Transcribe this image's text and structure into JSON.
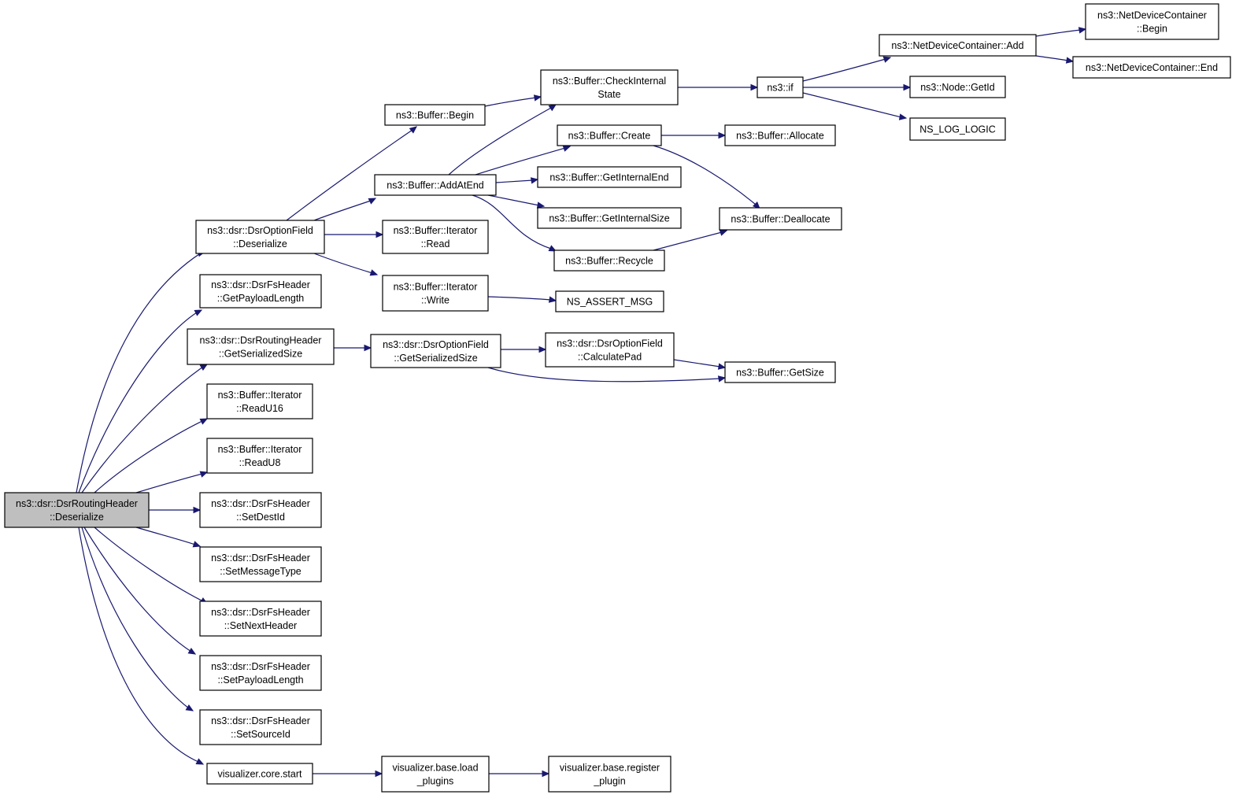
{
  "graph": {
    "nodes": [
      {
        "id": "root",
        "lines": [
          "ns3::dsr::DsrRoutingHeader",
          "::Deserialize"
        ],
        "root": true
      },
      {
        "id": "optfield_deser",
        "lines": [
          "ns3::dsr::DsrOptionField",
          "::Deserialize"
        ]
      },
      {
        "id": "fs_getpayload",
        "lines": [
          "ns3::dsr::DsrFsHeader",
          "::GetPayloadLength"
        ]
      },
      {
        "id": "rh_getsersize",
        "lines": [
          "ns3::dsr::DsrRoutingHeader",
          "::GetSerializedSize"
        ]
      },
      {
        "id": "it_readu16",
        "lines": [
          "ns3::Buffer::Iterator",
          "::ReadU16"
        ]
      },
      {
        "id": "it_readu8",
        "lines": [
          "ns3::Buffer::Iterator",
          "::ReadU8"
        ]
      },
      {
        "id": "fs_setdest",
        "lines": [
          "ns3::dsr::DsrFsHeader",
          "::SetDestId"
        ]
      },
      {
        "id": "fs_setmsgtype",
        "lines": [
          "ns3::dsr::DsrFsHeader",
          "::SetMessageType"
        ]
      },
      {
        "id": "fs_setnext",
        "lines": [
          "ns3::dsr::DsrFsHeader",
          "::SetNextHeader"
        ]
      },
      {
        "id": "fs_setpayload",
        "lines": [
          "ns3::dsr::DsrFsHeader",
          "::SetPayloadLength"
        ]
      },
      {
        "id": "fs_setsource",
        "lines": [
          "ns3::dsr::DsrFsHeader",
          "::SetSourceId"
        ]
      },
      {
        "id": "viz_start",
        "lines": [
          "visualizer.core.start"
        ]
      },
      {
        "id": "buf_begin",
        "lines": [
          "ns3::Buffer::Begin"
        ]
      },
      {
        "id": "buf_addatend",
        "lines": [
          "ns3::Buffer::AddAtEnd"
        ]
      },
      {
        "id": "it_read",
        "lines": [
          "ns3::Buffer::Iterator",
          "::Read"
        ]
      },
      {
        "id": "it_write",
        "lines": [
          "ns3::Buffer::Iterator",
          "::Write"
        ]
      },
      {
        "id": "of_getsersize",
        "lines": [
          "ns3::dsr::DsrOptionField",
          "::GetSerializedSize"
        ]
      },
      {
        "id": "viz_load",
        "lines": [
          "visualizer.base.load",
          "_plugins"
        ]
      },
      {
        "id": "buf_check",
        "lines": [
          "ns3::Buffer::CheckInternal",
          "State"
        ]
      },
      {
        "id": "buf_create",
        "lines": [
          "ns3::Buffer::Create"
        ]
      },
      {
        "id": "buf_getend",
        "lines": [
          "ns3::Buffer::GetInternalEnd"
        ]
      },
      {
        "id": "buf_getsize_int",
        "lines": [
          "ns3::Buffer::GetInternalSize"
        ]
      },
      {
        "id": "buf_recycle",
        "lines": [
          "ns3::Buffer::Recycle"
        ]
      },
      {
        "id": "assert_msg",
        "lines": [
          "NS_ASSERT_MSG"
        ]
      },
      {
        "id": "of_calcpad",
        "lines": [
          "ns3::dsr::DsrOptionField",
          "::CalculatePad"
        ]
      },
      {
        "id": "viz_register",
        "lines": [
          "visualizer.base.register",
          "_plugin"
        ]
      },
      {
        "id": "ns3_if",
        "lines": [
          "ns3::if"
        ]
      },
      {
        "id": "buf_allocate",
        "lines": [
          "ns3::Buffer::Allocate"
        ]
      },
      {
        "id": "buf_dealloc",
        "lines": [
          "ns3::Buffer::Deallocate"
        ]
      },
      {
        "id": "buf_getsize",
        "lines": [
          "ns3::Buffer::GetSize"
        ]
      },
      {
        "id": "ndc_add",
        "lines": [
          "ns3::NetDeviceContainer::Add"
        ]
      },
      {
        "id": "node_getid",
        "lines": [
          "ns3::Node::GetId"
        ]
      },
      {
        "id": "log_logic",
        "lines": [
          "NS_LOG_LOGIC"
        ]
      },
      {
        "id": "ndc_begin",
        "lines": [
          "ns3::NetDeviceContainer",
          "::Begin"
        ]
      },
      {
        "id": "ndc_end",
        "lines": [
          "ns3::NetDeviceContainer::End"
        ]
      }
    ],
    "edges": [
      {
        "from": "root",
        "to": "optfield_deser"
      },
      {
        "from": "root",
        "to": "fs_getpayload"
      },
      {
        "from": "root",
        "to": "rh_getsersize"
      },
      {
        "from": "root",
        "to": "it_readu16"
      },
      {
        "from": "root",
        "to": "it_readu8"
      },
      {
        "from": "root",
        "to": "fs_setdest"
      },
      {
        "from": "root",
        "to": "fs_setmsgtype"
      },
      {
        "from": "root",
        "to": "fs_setnext"
      },
      {
        "from": "root",
        "to": "fs_setpayload"
      },
      {
        "from": "root",
        "to": "fs_setsource"
      },
      {
        "from": "root",
        "to": "viz_start"
      },
      {
        "from": "optfield_deser",
        "to": "buf_begin"
      },
      {
        "from": "optfield_deser",
        "to": "buf_addatend"
      },
      {
        "from": "optfield_deser",
        "to": "it_read"
      },
      {
        "from": "optfield_deser",
        "to": "it_write"
      },
      {
        "from": "rh_getsersize",
        "to": "of_getsersize"
      },
      {
        "from": "viz_start",
        "to": "viz_load"
      },
      {
        "from": "buf_begin",
        "to": "buf_check"
      },
      {
        "from": "buf_addatend",
        "to": "buf_check"
      },
      {
        "from": "buf_addatend",
        "to": "buf_create"
      },
      {
        "from": "buf_addatend",
        "to": "buf_getend"
      },
      {
        "from": "buf_addatend",
        "to": "buf_getsize_int"
      },
      {
        "from": "buf_addatend",
        "to": "buf_recycle"
      },
      {
        "from": "it_write",
        "to": "assert_msg"
      },
      {
        "from": "of_getsersize",
        "to": "of_calcpad"
      },
      {
        "from": "of_getsersize",
        "to": "buf_getsize"
      },
      {
        "from": "viz_load",
        "to": "viz_register"
      },
      {
        "from": "buf_check",
        "to": "ns3_if"
      },
      {
        "from": "buf_create",
        "to": "buf_allocate"
      },
      {
        "from": "buf_create",
        "to": "buf_dealloc"
      },
      {
        "from": "buf_recycle",
        "to": "buf_dealloc"
      },
      {
        "from": "of_calcpad",
        "to": "buf_getsize"
      },
      {
        "from": "ns3_if",
        "to": "ndc_add"
      },
      {
        "from": "ns3_if",
        "to": "node_getid"
      },
      {
        "from": "ns3_if",
        "to": "log_logic"
      },
      {
        "from": "ndc_add",
        "to": "ndc_begin"
      },
      {
        "from": "ndc_add",
        "to": "ndc_end"
      }
    ]
  }
}
